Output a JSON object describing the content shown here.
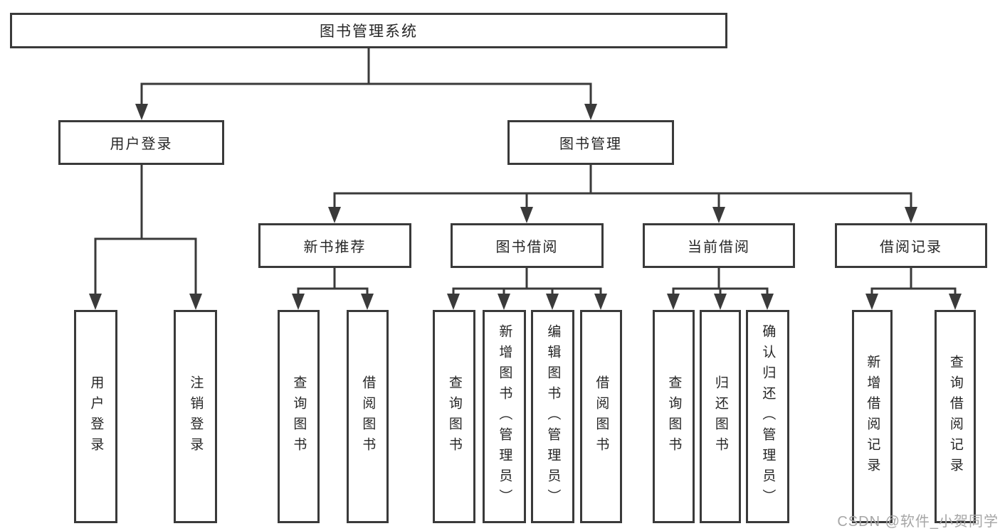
{
  "tree": {
    "label": "图书管理系统",
    "children": [
      {
        "label": "用户登录",
        "children": [
          {
            "label": "用户登录"
          },
          {
            "label": "注销登录"
          }
        ]
      },
      {
        "label": "图书管理",
        "children": [
          {
            "label": "新书推荐",
            "children": [
              {
                "label": "查询图书"
              },
              {
                "label": "借阅图书"
              }
            ]
          },
          {
            "label": "图书借阅",
            "children": [
              {
                "label": "查询图书"
              },
              {
                "label": "新增图书（管理员）"
              },
              {
                "label": "编辑图书（管理员）"
              },
              {
                "label": "借阅图书"
              }
            ]
          },
          {
            "label": "当前借阅",
            "children": [
              {
                "label": "查询图书"
              },
              {
                "label": "归还图书"
              },
              {
                "label": "确认归还（管理员）"
              }
            ]
          },
          {
            "label": "借阅记录",
            "children": [
              {
                "label": "新增借阅记录"
              },
              {
                "label": "查询借阅记录"
              }
            ]
          }
        ]
      }
    ]
  },
  "watermark": "CSDN @软件_小贺同学",
  "colors": {
    "line": "#3a3a3a",
    "text": "#262626",
    "watermark": "#a6a6a6",
    "background": "#ffffff"
  }
}
